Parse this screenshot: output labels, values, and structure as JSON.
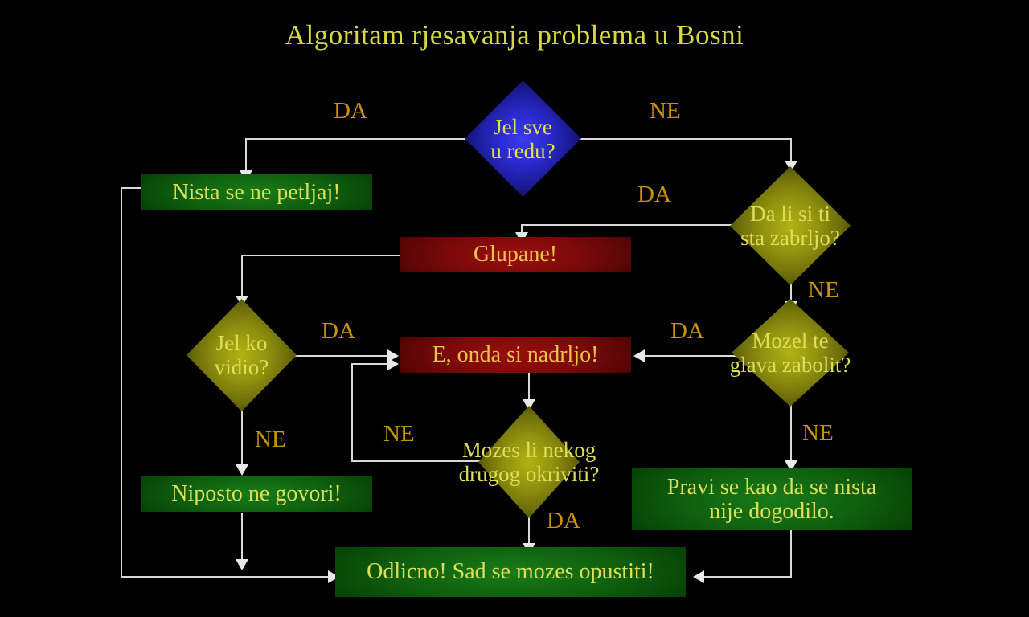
{
  "title": "Algoritam rjesavanja problema u Bosni",
  "colors": {
    "background": "#000000",
    "title_text": "#d8d840",
    "box_text": "#dede58",
    "red_box_text": "#e8c44a",
    "edge_label": "#c8920e",
    "connector": "#d9d9d9",
    "decision_blue": "#2a2ad0",
    "decision_olive": "#91910f",
    "terminal_green": "#0e5d0e",
    "alert_red": "#7d0a0a"
  },
  "nodes": {
    "jel_sve_u_redu": {
      "line1": "Jel sve",
      "line2": "u redu?",
      "shape": "diamond",
      "color": "blue"
    },
    "nista_se_ne_petljaj": {
      "text": "Nista se ne petljaj!",
      "shape": "rect",
      "color": "green"
    },
    "da_li_si_ti": {
      "line1": "Da li si ti",
      "line2": "sta zabrljo?",
      "shape": "diamond",
      "color": "olive"
    },
    "glupane": {
      "text": "Glupane!",
      "shape": "rect",
      "color": "red"
    },
    "jel_ko_vidio": {
      "line1": "Jel ko",
      "line2": "vidio?",
      "shape": "diamond",
      "color": "olive"
    },
    "e_onda_si_nadrljo": {
      "text": "E, onda si nadrljo!",
      "shape": "rect",
      "color": "red"
    },
    "mozel_te_glava": {
      "line1": "Mozel te",
      "line2": "glava zabolit?",
      "shape": "diamond",
      "color": "olive"
    },
    "mozes_li_nekog": {
      "line1": "Mozes li nekog",
      "line2": "drugog okriviti?",
      "shape": "diamond",
      "color": "olive"
    },
    "niposto_ne_govori": {
      "text": "Niposto ne govori!",
      "shape": "rect",
      "color": "green"
    },
    "pravi_se_kao": {
      "line1": "Pravi se kao da se nista",
      "line2": "nije dogodilo.",
      "shape": "rect",
      "color": "green"
    },
    "odlicno": {
      "text": "Odlicno! Sad se mozes opustiti!",
      "shape": "rect",
      "color": "green"
    }
  },
  "edge_labels": {
    "root_da": "DA",
    "root_ne": "NE",
    "zabrljo_da": "DA",
    "zabrljo_ne": "NE",
    "vidio_da": "DA",
    "vidio_ne": "NE",
    "glava_da": "DA",
    "glava_ne": "NE",
    "okriviti_ne": "NE",
    "okriviti_da": "DA"
  },
  "chart_data": {
    "type": "diagram",
    "title": "Algoritam rjesavanja problema u Bosni",
    "flow": [
      {
        "from": "jel_sve_u_redu",
        "to": "nista_se_ne_petljaj",
        "label": "DA"
      },
      {
        "from": "jel_sve_u_redu",
        "to": "da_li_si_ti",
        "label": "NE"
      },
      {
        "from": "da_li_si_ti",
        "to": "glupane",
        "label": "DA"
      },
      {
        "from": "da_li_si_ti",
        "to": "mozel_te_glava",
        "label": "NE"
      },
      {
        "from": "glupane",
        "to": "jel_ko_vidio",
        "label": ""
      },
      {
        "from": "jel_ko_vidio",
        "to": "e_onda_si_nadrljo",
        "label": "DA"
      },
      {
        "from": "jel_ko_vidio",
        "to": "niposto_ne_govori",
        "label": "NE"
      },
      {
        "from": "mozel_te_glava",
        "to": "e_onda_si_nadrljo",
        "label": "DA"
      },
      {
        "from": "mozel_te_glava",
        "to": "pravi_se_kao",
        "label": "NE"
      },
      {
        "from": "e_onda_si_nadrljo",
        "to": "mozes_li_nekog",
        "label": ""
      },
      {
        "from": "mozes_li_nekog",
        "to": "e_onda_si_nadrljo",
        "label": "NE"
      },
      {
        "from": "mozes_li_nekog",
        "to": "odlicno",
        "label": "DA"
      },
      {
        "from": "nista_se_ne_petljaj",
        "to": "odlicno",
        "label": ""
      },
      {
        "from": "niposto_ne_govori",
        "to": "odlicno",
        "label": ""
      },
      {
        "from": "pravi_se_kao",
        "to": "odlicno",
        "label": ""
      }
    ]
  }
}
